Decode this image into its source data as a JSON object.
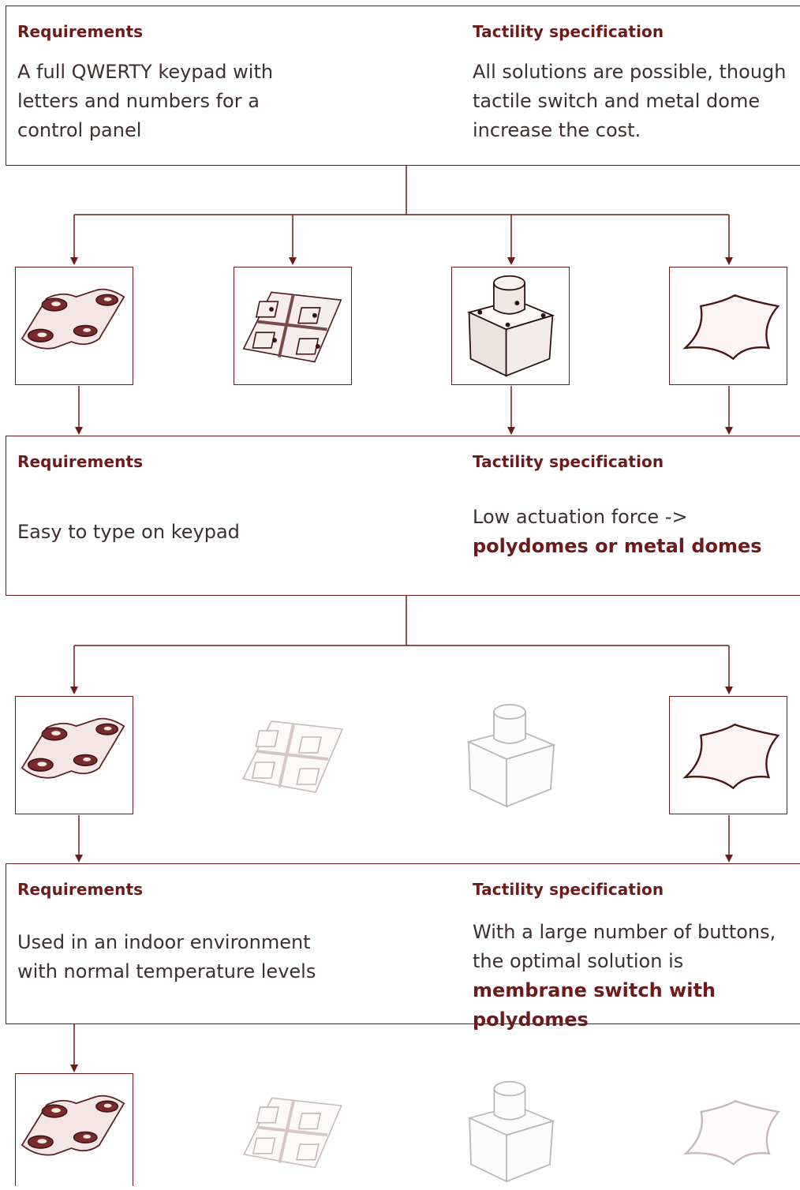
{
  "stage1": {
    "req_heading": "Requirements",
    "req_text": "A full QWERTY keypad with letters and numbers for a control panel",
    "spec_heading": "Tactility specification",
    "spec_text": "All solutions are possible, though tactile switch and metal dome increase the cost."
  },
  "stage2": {
    "req_heading": "Requirements",
    "req_text": "Easy to type on keypad",
    "spec_heading": "Tactility specification",
    "spec_text_plain": "Low actuation force ->",
    "spec_text_bold": "polydomes or metal domes"
  },
  "stage3": {
    "req_heading": "Requirements",
    "req_text": "Used in an indoor environment with normal temperature levels",
    "spec_heading": "Tactility specification",
    "spec_text_plain": "With a large number of buttons, the optimal solution is",
    "spec_text_bold": "membrane switch with polydomes"
  },
  "colors": {
    "accent": "#6e1a1a",
    "text": "#3e2f2f",
    "faded": "#c9bcbc"
  },
  "icons": [
    "polydome-icon",
    "membrane-dome-icon",
    "tactile-switch-icon",
    "metal-dome-icon"
  ]
}
